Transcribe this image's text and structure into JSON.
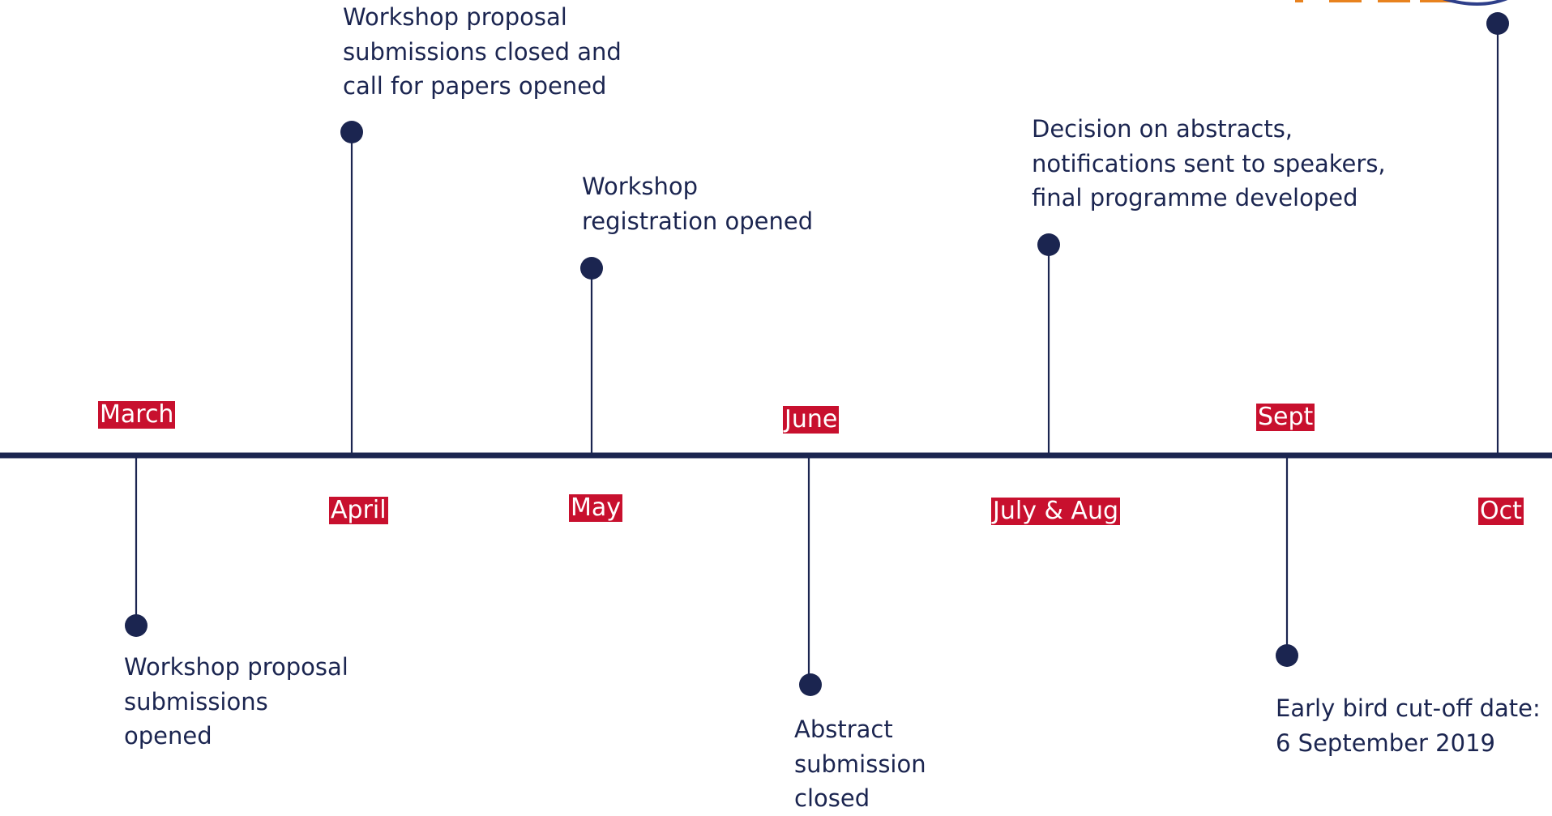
{
  "colors": {
    "axis": "#1b2550",
    "text": "#1b2550",
    "month_label_background": "#c8102e",
    "month_label_text": "#ffffff",
    "logo_fragment": "#e8821e",
    "logo_arc": "#2e3f8a"
  },
  "months": {
    "march": "March",
    "april": "April",
    "may": "May",
    "june": "June",
    "july_aug": "July & Aug",
    "sept": "Sept",
    "oct": "Oct"
  },
  "events": {
    "march": "Workshop proposal\nsubmissions\nopened",
    "april": "Workshop proposal\nsubmissions closed and\ncall for papers opened",
    "may": "Workshop\nregistration opened",
    "june": "Abstract\nsubmission\nclosed",
    "july_aug": "Decision on abstracts,\nnotifications sent to speakers,\nfinal programme developed",
    "sept": "Early bird cut-off date:\n6 September 2019"
  }
}
